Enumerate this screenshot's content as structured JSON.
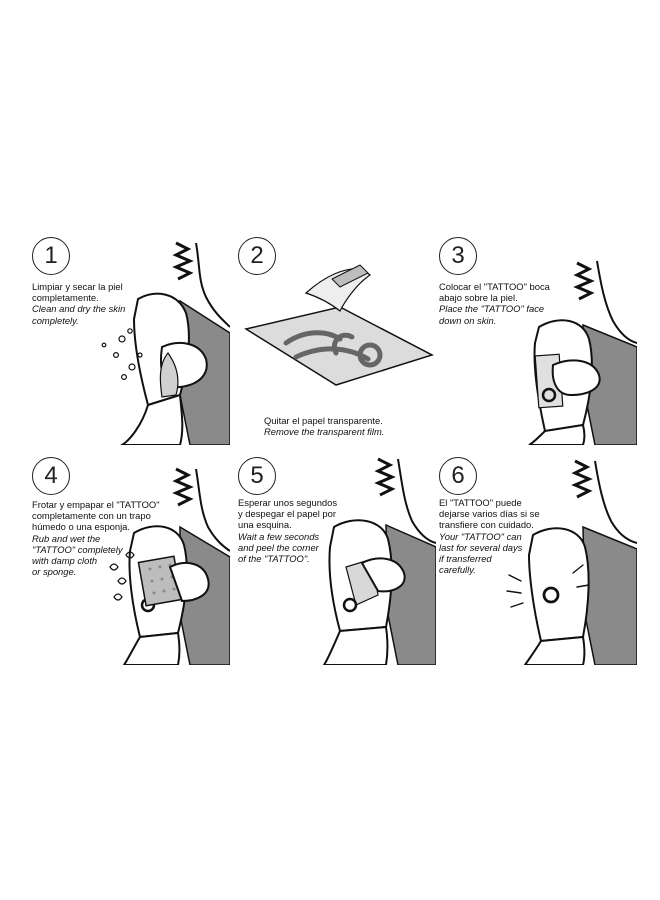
{
  "steps": [
    {
      "number": "1",
      "es": "Limpiar y secar la piel\ncompletamente.",
      "en": "Clean and dry the skin\ncompletely."
    },
    {
      "number": "2",
      "es": "Quitar el papel transparente.",
      "en": "Remove the transparent film."
    },
    {
      "number": "3",
      "es": "Colocar  el \"TATTOO\" boca\nabajo sobre la piel.",
      "en": "Place the \"TATTOO\" face\ndown on skin."
    },
    {
      "number": "4",
      "es": "Frotar y empapar el \"TATTOO\"\ncompletamente con un trapo\nhúmedo o una esponja.",
      "en": "Rub and wet the\n\"TATTOO\" completely\nwith damp cloth\nor sponge."
    },
    {
      "number": "5",
      "es": "Esperar unos segundos\ny despegar el papel por\nuna esquina.",
      "en": "Wait a few seconds\nand peel the corner\nof the \"TATTOO\"."
    },
    {
      "number": "6",
      "es": "El \"TATTOO\" puede\ndejarse varios días si se\ntransfiere con cuidado.",
      "en": "Your \"TATTOO\" can\nlast for several days\nif transferred\ncarefully."
    }
  ]
}
